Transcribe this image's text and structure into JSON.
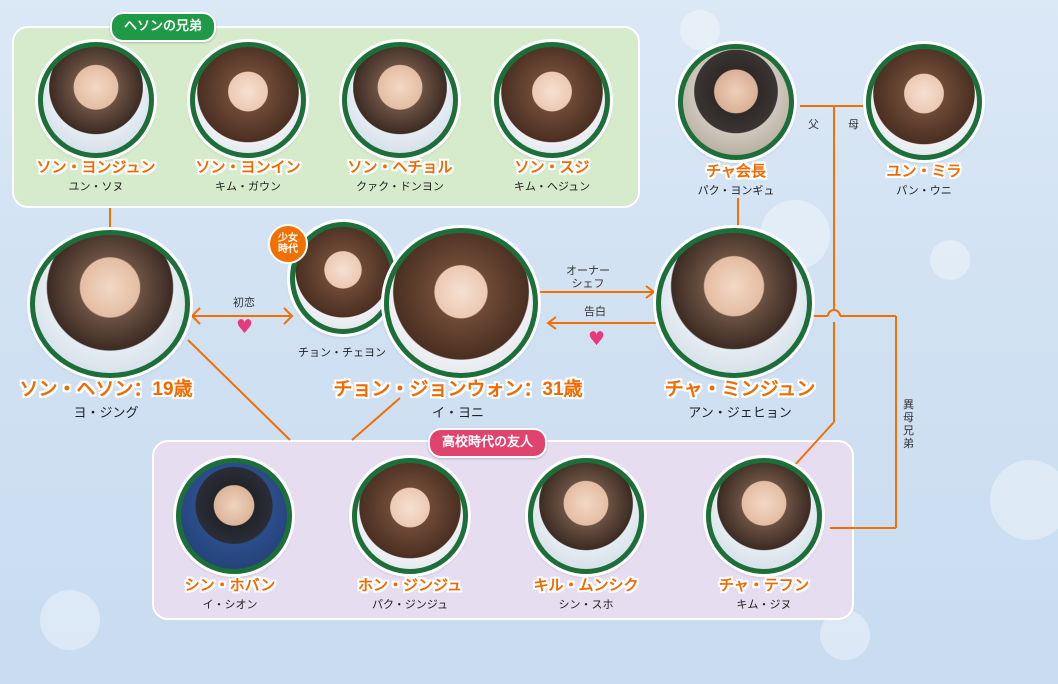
{
  "colors": {
    "accent_orange": "#f07000",
    "name_orange": "#f06a00",
    "frame_green": "#1d6f3a",
    "siblings_box": "#d6eacc",
    "friends_box": "#e6ddf0",
    "siblings_tag": "#1e9a47",
    "friends_tag": "#e0436e",
    "heart_pink": "#e83a7a"
  },
  "groups": {
    "siblings_label": "ヘソンの兄弟",
    "friends_label": "高校時代の友人"
  },
  "characters": {
    "yongjun": {
      "name": "ソン・ヨンジュン",
      "actor": "ユン・ソヌ"
    },
    "yongin": {
      "name": "ソン・ヨンイン",
      "actor": "キム・ガウン"
    },
    "hecheol": {
      "name": "ソン・ヘチョル",
      "actor": "クァク・ドンヨン"
    },
    "suji": {
      "name": "ソン・スジ",
      "actor": "キム・ヘジュン"
    },
    "chairman": {
      "name": "チャ会長",
      "actor": "パク・ヨンギュ"
    },
    "mira": {
      "name": "ユン・ミラ",
      "actor": "パン・ウニ"
    },
    "hyeson": {
      "name": "ソン・ヘソン：19歳",
      "actor": "ヨ・ジング"
    },
    "young_jongwon": {
      "name": "",
      "actor": "チョン・チェヨン",
      "badge": "少女\n時代"
    },
    "jongwon": {
      "name": "チョン・ジョンウォン：31歳",
      "actor": "イ・ヨニ"
    },
    "minjun": {
      "name": "チャ・ミンジュン",
      "actor": "アン・ジェヒョン"
    },
    "hoban": {
      "name": "シン・ホバン",
      "actor": "イ・シオン"
    },
    "jinju": {
      "name": "ホン・ジンジュ",
      "actor": "パク・ジンジュ"
    },
    "munsik": {
      "name": "キル・ムンシク",
      "actor": "シン・スホ"
    },
    "tefun": {
      "name": "チャ・テフン",
      "actor": "キム・ジヌ"
    }
  },
  "relations": {
    "first_love": "初恋",
    "owner_chef": "オーナー\nシェフ",
    "confession": "告白",
    "father": "父",
    "mother": "母",
    "half_brother": "異母兄弟"
  }
}
